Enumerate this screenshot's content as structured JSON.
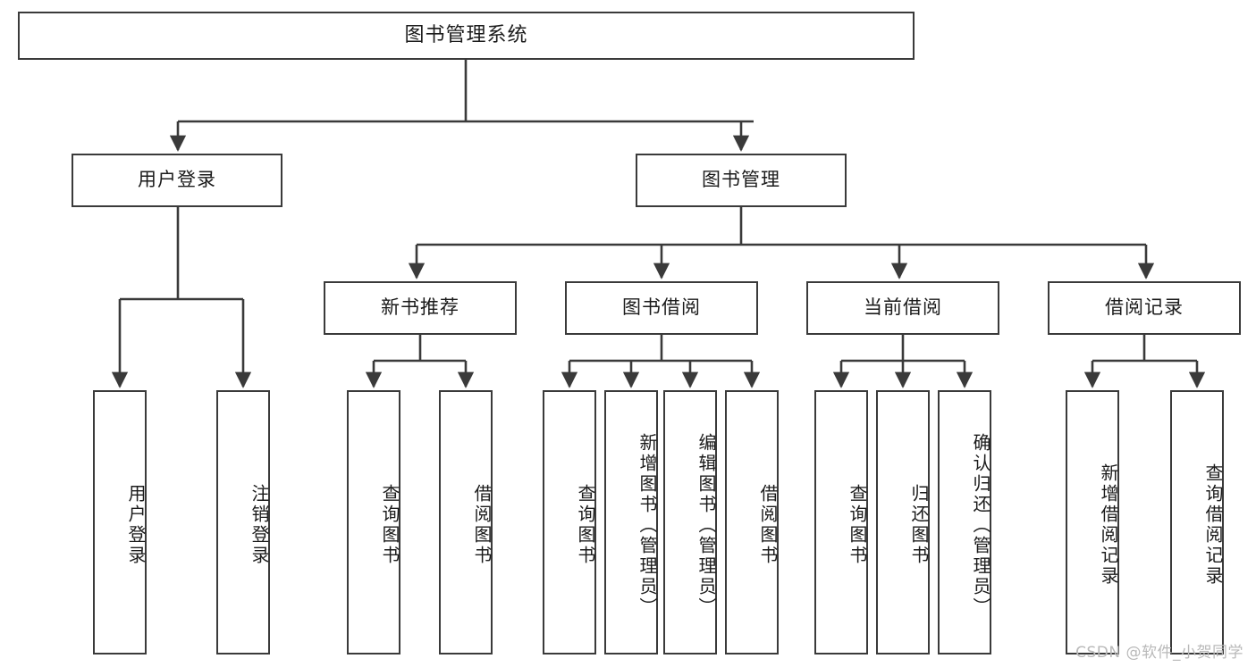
{
  "diagram": {
    "title": "图书管理系统",
    "watermark": "CSDN @软件_小贺同学",
    "colors": {
      "stroke": "#3a3a3a",
      "text": "#1b1b1b",
      "background": "#ffffff",
      "watermark": "#b9b9b9"
    },
    "root": {
      "label": "图书管理系统"
    },
    "level2": [
      {
        "label": "用户登录"
      },
      {
        "label": "图书管理"
      }
    ],
    "level3": [
      {
        "label": "新书推荐"
      },
      {
        "label": "图书借阅"
      },
      {
        "label": "当前借阅"
      },
      {
        "label": "借阅记录"
      }
    ],
    "leaves": {
      "user_login": [
        {
          "label": "用户登录"
        },
        {
          "label": "注销登录"
        }
      ],
      "new_book": [
        {
          "label": "查询图书"
        },
        {
          "label": "借阅图书"
        }
      ],
      "book_borrow": [
        {
          "label": "查询图书"
        },
        {
          "label": "新增图书（管理员）"
        },
        {
          "label": "编辑图书（管理员）"
        },
        {
          "label": "借阅图书"
        }
      ],
      "current_borrow": [
        {
          "label": "查询图书"
        },
        {
          "label": "归还图书"
        },
        {
          "label": "确认归还（管理员）"
        }
      ],
      "borrow_record": [
        {
          "label": "新增借阅记录"
        },
        {
          "label": "查询借阅记录"
        }
      ]
    }
  }
}
